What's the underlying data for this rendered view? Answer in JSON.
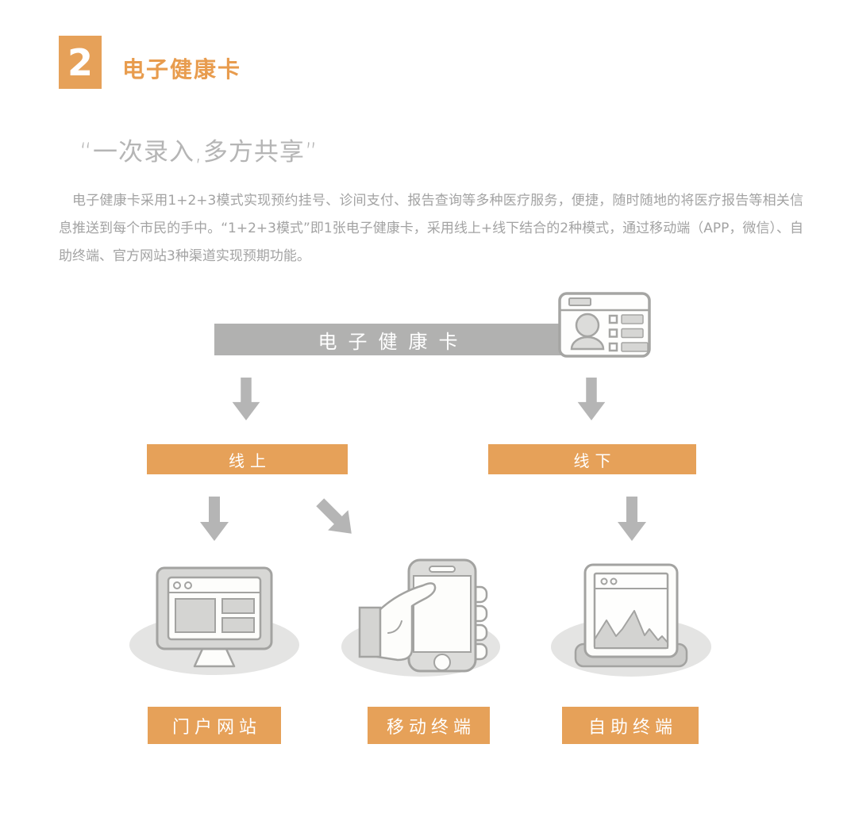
{
  "header": {
    "section_number": "2",
    "section_title": "电子健康卡"
  },
  "quote": "“一次录入,多方共享”",
  "paragraph": "电子健康卡采用1+2+3模式实现预约挂号、诊间支付、报告查询等多种医疗服务，便捷，随时随地的将医疗报告等相关信息推送到每个市民的手中。“1+2+3模式”即1张电子健康卡，采用线上+线下结合的2种模式，通过移动端（APP，微信）、自助终端、官方网站3种渠道实现预期功能。",
  "diagram": {
    "banner_label": "电子健康卡",
    "branches": {
      "online": "线上",
      "offline": "线下"
    },
    "channels": [
      "门户网站",
      "移动终端",
      "自助终端"
    ],
    "icons": [
      "health-card",
      "desktop-website",
      "mobile-phone-in-hand",
      "self-service-kiosk"
    ]
  },
  "colors": {
    "accent_orange": "#E6A159",
    "title_orange": "#E89C4E",
    "banner_gray": "#B1B1B0",
    "arrow_gray": "#B5B5B5",
    "icon_stroke_gray": "#A5A5A3",
    "icon_fill_gray": "#D6D6D4",
    "shadow_gray": "#E4E4E3",
    "text_gray": "#A3A3A3"
  }
}
